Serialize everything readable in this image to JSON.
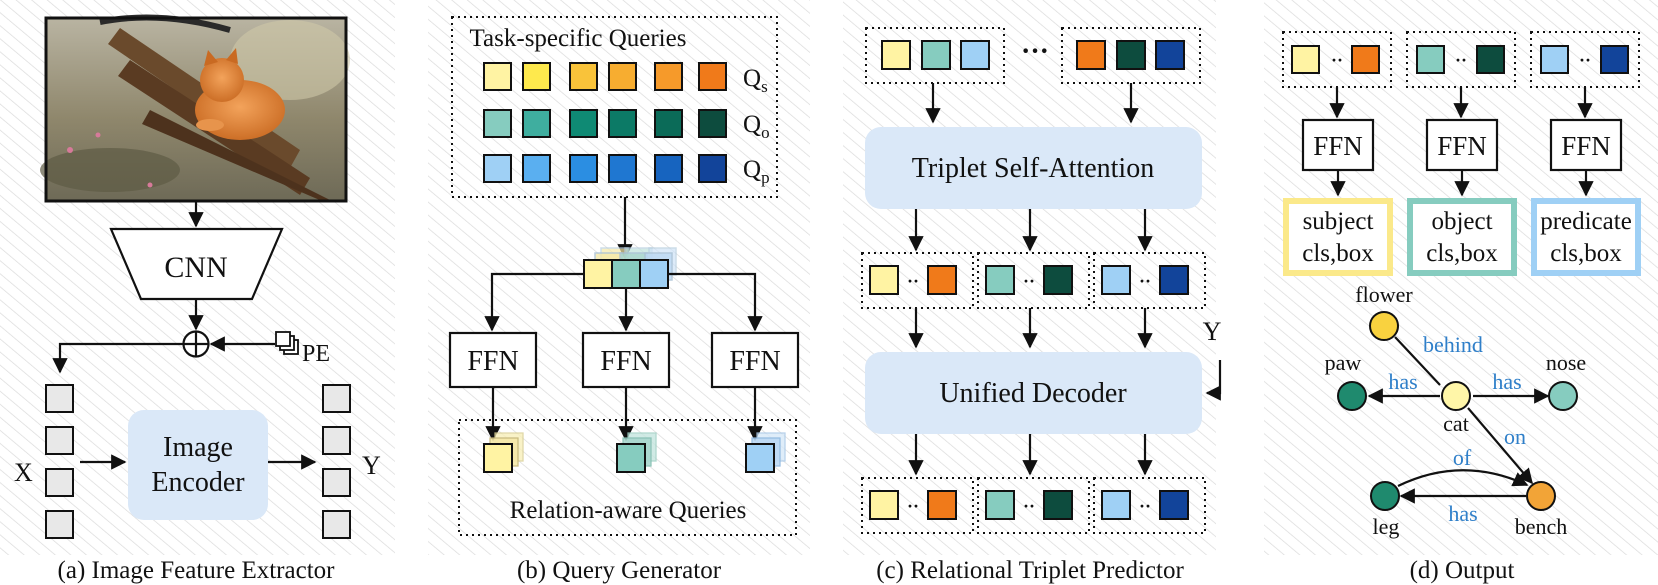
{
  "colors": {
    "s1": "#fff3a3",
    "s2": "#fee94d",
    "s3": "#f9c33a",
    "s4": "#f7ad30",
    "s5": "#f69a2a",
    "s6": "#f07a1a",
    "o1": "#86ccbf",
    "o2": "#3fae9f",
    "o3": "#0f8a74",
    "o4": "#0c7a66",
    "o5": "#0b6b58",
    "o6": "#0d4c3e",
    "p1": "#9fd0f5",
    "p2": "#5aaff0",
    "p3": "#2b8ee2",
    "p4": "#1f77d1",
    "p5": "#1764bf",
    "p6": "#12449a",
    "ffnBox": "#ffffff",
    "module": "#dae8f8",
    "nodeYellow": "#f9d23f",
    "nodeLightYellow": "#fff6a8",
    "nodeTeal": "#1f8a6e",
    "nodeLightTeal": "#86ccbf",
    "nodeOrange": "#f2a437",
    "edgeLabel": "#2f7fc9"
  },
  "panels": {
    "a": {
      "caption": "(a) Image Feature Extractor",
      "cnn": "CNN",
      "encoder_line1": "Image",
      "encoder_line2": "Encoder",
      "pe": "PE",
      "x": "X",
      "y": "Y"
    },
    "b": {
      "caption": "(b) Query Generator",
      "task_title": "Task-specific Queries",
      "qs": "Q",
      "qs_sub": "s",
      "qo": "Q",
      "qo_sub": "o",
      "qp": "Q",
      "qp_sub": "p",
      "ffn": "FFN",
      "relation_title": "Relation-aware Queries"
    },
    "c": {
      "caption": "(c) Relational Triplet Predictor",
      "ellipsis": "···",
      "self_attention": "Triplet Self-Attention",
      "unified_decoder": "Unified Decoder",
      "y": "Y"
    },
    "d": {
      "caption": "(d) Output",
      "ffn": "FFN",
      "outputs": [
        {
          "line1": "subject",
          "line2": "cls,box"
        },
        {
          "line1": "object",
          "line2": "cls,box"
        },
        {
          "line1": "predicate",
          "line2": "cls,box"
        }
      ],
      "graph": {
        "nodes": [
          "flower",
          "paw",
          "cat",
          "nose",
          "leg",
          "bench"
        ],
        "edges": [
          {
            "from": "flower",
            "to": "cat",
            "label": "behind"
          },
          {
            "from": "cat",
            "to": "paw",
            "label": "has"
          },
          {
            "from": "cat",
            "to": "nose",
            "label": "has"
          },
          {
            "from": "cat",
            "to": "bench",
            "label": "on"
          },
          {
            "from": "leg",
            "to": "bench",
            "label": "of"
          },
          {
            "from": "bench",
            "to": "leg",
            "label": "has"
          }
        ]
      }
    }
  }
}
